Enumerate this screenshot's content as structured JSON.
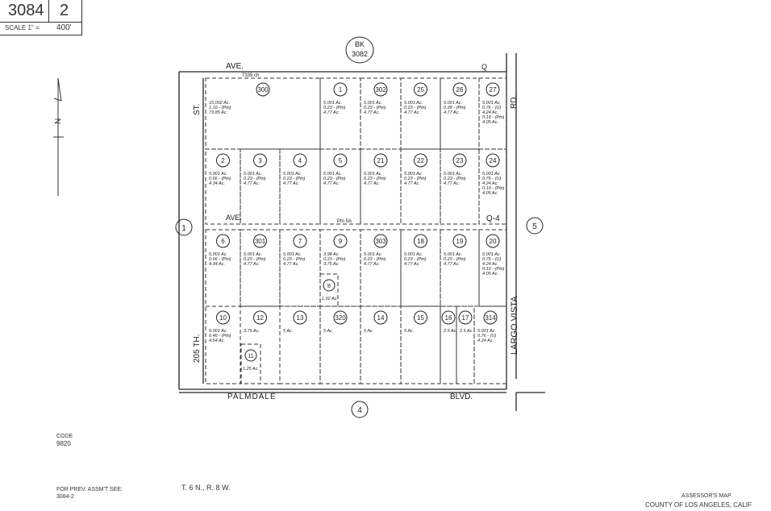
{
  "header": {
    "book": "3084",
    "page": "2",
    "scale_label": "SCALE 1\" =",
    "scale_value": "400'"
  },
  "book_ref": {
    "label": "BK",
    "number": "3082"
  },
  "north_label": "N",
  "streets": {
    "top": "AVE.",
    "top_q": "Q",
    "mid_ave": "AVE.",
    "mid_q": "Q-4",
    "left_top": "ST.",
    "left_bottom": "205 TH.",
    "right_top": "RD.",
    "right_bottom": "LARGO VISTA",
    "bottom_left": "PALMDALE",
    "bottom_right": "BLVD.",
    "top_dim": "7339 ch",
    "mid_dim": "Ptn 5A"
  },
  "adjacent_pages": {
    "west": "1",
    "east": "5",
    "south": "4"
  },
  "parcels": [
    {
      "id": "300",
      "lines": [
        "15.002 Ac.",
        "1.16 - (Ptn)",
        "73.85 Ac."
      ]
    },
    {
      "id": "1",
      "lines": [
        "5.001 Ac.",
        "0.23 - (Ptn)",
        "4.77 Ac."
      ]
    },
    {
      "id": "302",
      "lines": [
        "5.001 Ac.",
        "0.23 - (Ptn)",
        "4.77 Ac."
      ]
    },
    {
      "id": "25",
      "lines": [
        "5.001 Ac.",
        "0.23 - (Ptn)",
        "4.77 Ac."
      ]
    },
    {
      "id": "26",
      "lines": [
        "5.001 Ac.",
        "0.28 - (Ptn)",
        "4.77 Ac."
      ]
    },
    {
      "id": "27",
      "lines": [
        "5.001 Ac.",
        "0.76 - (U)",
        "4.24 Ac.",
        "0.19 - (Ptn)",
        "4.05 Ac."
      ]
    },
    {
      "id": "2",
      "lines": [
        "5.001 Ac.",
        "0.66 - (Ptn)",
        "4.34 Ac."
      ]
    },
    {
      "id": "3",
      "lines": [
        "5.001 Ac.",
        "0.23 - (Ptn)",
        "4.77 Ac."
      ]
    },
    {
      "id": "4",
      "lines": [
        "5.001 Ac.",
        "0.23 - (Ptn)",
        "4.77 Ac."
      ]
    },
    {
      "id": "5",
      "lines": [
        "5.001 Ac.",
        "0.23 - (Ptn)",
        "4.77 Ac."
      ]
    },
    {
      "id": "21",
      "lines": [
        "5.001 Ac.",
        "0.23 - (Ptn)",
        "4.77 Ac."
      ]
    },
    {
      "id": "22",
      "lines": [
        "5.001 Ac.",
        "0.23 - (Ptn)",
        "4.77 Ac."
      ]
    },
    {
      "id": "23",
      "lines": [
        "5.001 Ac.",
        "0.23 - (Ptn)",
        "4.77 Ac."
      ]
    },
    {
      "id": "24",
      "lines": [
        "5.001 Ac.",
        "0.76 - (U)",
        "4.24 Ac.",
        "0.19 - (Ptn)",
        "4.05 Ac."
      ]
    },
    {
      "id": "6",
      "lines": [
        "5.001 Ac.",
        "0.66 - (Ptn)",
        "4.34 Ac."
      ]
    },
    {
      "id": "301",
      "lines": [
        "5.001 Ac.",
        "0.23 - (Ptn)",
        "4.77 Ac."
      ]
    },
    {
      "id": "7",
      "lines": [
        "5.001 Ac.",
        "0.23 - (Ptn)",
        "4.77 Ac."
      ]
    },
    {
      "id": "9",
      "lines": [
        "3.98 Ac.",
        "0.23 - (Ptn)",
        "3.75 Ac."
      ]
    },
    {
      "id": "303",
      "lines": [
        "5.001 Ac.",
        "0.23 - (Ptn)",
        "4.77 Ac."
      ]
    },
    {
      "id": "18",
      "lines": [
        "5.001 Ac.",
        "0.23 - (Ptn)",
        "4.77 Ac."
      ]
    },
    {
      "id": "19",
      "lines": [
        "5.001 Ac.",
        "0.23 - (Ptn)",
        "4.77 Ac."
      ]
    },
    {
      "id": "20",
      "lines": [
        "5.001 Ac.",
        "0.76 - (U)",
        "4.24 Ac.",
        "0.19 - (Ptn)",
        "4.05 Ac."
      ]
    },
    {
      "id": "8",
      "lines": [
        "1.02 Ac."
      ]
    },
    {
      "id": "10",
      "lines": [
        "5.001 Ac.",
        "0.46 - (Ptn)",
        "4.54 Ac."
      ]
    },
    {
      "id": "11",
      "lines": [
        "1.25 Ac."
      ]
    },
    {
      "id": "12",
      "lines": [
        "3.75 Ac."
      ]
    },
    {
      "id": "13",
      "lines": [
        "5 Ac."
      ]
    },
    {
      "id": "320",
      "lines": [
        "5 Ac."
      ]
    },
    {
      "id": "14",
      "lines": [
        "5 Ac."
      ]
    },
    {
      "id": "15",
      "lines": [
        "5 Ac."
      ]
    },
    {
      "id": "16",
      "lines": [
        "2.5 Ac."
      ]
    },
    {
      "id": "17",
      "lines": [
        "2.5 Ac."
      ]
    },
    {
      "id": "314",
      "lines": [
        "5.001 Ac.",
        "0.76 - (U)",
        "4.24 Ac."
      ]
    }
  ],
  "footer": {
    "code_label": "CODE",
    "code_value": "9820",
    "prev_label": "FOR PREV. ASSM'T SEE:",
    "prev_value": "3084-2",
    "township": "T. 6 N., R. 8 W.",
    "title1": "ASSESSOR'S MAP",
    "title2": "COUNTY OF LOS ANGELES, CALIF"
  }
}
